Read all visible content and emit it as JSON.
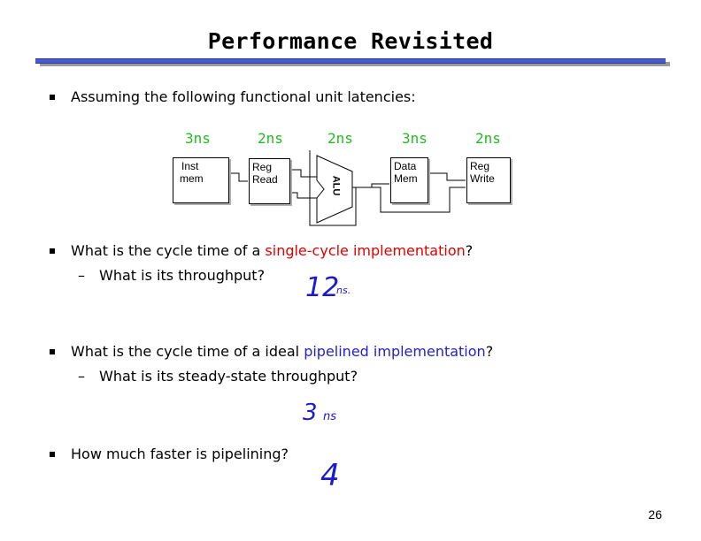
{
  "slide": {
    "title": "Performance Revisited",
    "page_number": "26"
  },
  "bullets": {
    "b1": "Assuming the following functional unit latencies:",
    "b2_pre": "What is the cycle time of a ",
    "b2_hl": "single-cycle implementation",
    "b2_post": "?",
    "b2_sub": "What is its throughput?",
    "b3_pre": "What is the cycle time of a ideal ",
    "b3_hl": "pipelined implementation",
    "b3_post": "?",
    "b3_sub": "What is its steady-state throughput?",
    "b4": "How much faster is pipelining?"
  },
  "diagram": {
    "latencies": [
      "3ns",
      "2ns",
      "2ns",
      "3ns",
      "2ns"
    ],
    "units": {
      "inst_mem": [
        "Inst",
        "mem"
      ],
      "reg_read": [
        "Reg",
        "Read"
      ],
      "alu": "ALU",
      "data_mem": [
        "Data",
        "Mem"
      ],
      "reg_write": [
        "Reg",
        "Write"
      ]
    },
    "latency_color": "#22bb22"
  },
  "handwriting": {
    "a1_num": "12",
    "a1_unit": "ns.",
    "a2_num": "3",
    "a2_unit": "ns",
    "a3": "4",
    "ink_color": "#1a1ad0"
  },
  "colors": {
    "highlight_single": "#e00000",
    "highlight_pipelined": "#2222cc",
    "title_rule": "#4a5cc9"
  }
}
